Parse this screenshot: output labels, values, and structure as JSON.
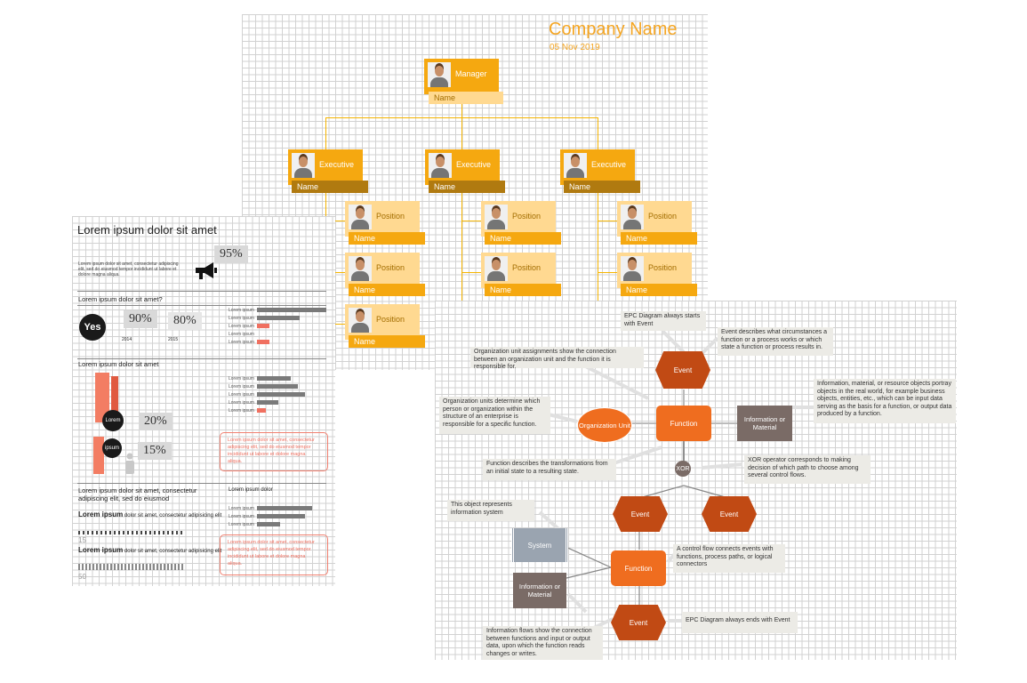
{
  "org": {
    "company": "Company Name",
    "date": "05 Nov 2019",
    "manager": {
      "title": "Manager",
      "name": "Name"
    },
    "executive": {
      "title": "Executive",
      "name": "Name"
    },
    "position": {
      "title": "Position",
      "name": "Name"
    }
  },
  "info": {
    "title": "Lorem ipsum dolor sit amet",
    "intro": "Lorem ipsum dolor sit amet, consectetur adipiscing elit, sed do eiusmod tempor incididunt ut labore et dolore magna aliqua.",
    "pct_95": "95%",
    "q1": "Lorem ipsum dolor sit amet?",
    "yes": "Yes",
    "pct_90": "90%",
    "pct_80": "80%",
    "year_2014": "2014",
    "year_2015": "2015",
    "bar_label": "Lorem ipsum",
    "q2": "Lorem ipsum dolor sit amet",
    "lorem": "Lorem",
    "ipsum": "ipsum",
    "pct_20": "20%",
    "pct_15": "15%",
    "red_text": "Lorem ipsum dolor sit amet, consectetur adipiscing elit, sed do eiusmod tempor incididunt ut labore et dolore magna aliqua.",
    "q3": "Lorem ipsum dolor sit amet, consectetur adipiscing elit, sed do eiusmod",
    "q3_right": "Lorem ipsum dolor",
    "big_lorem": "Lorem ipsum",
    "big_rest": " dolor sit amet, consectetur adipisicing elit",
    "num_15": "15",
    "num_50": "50"
  },
  "epc": {
    "note_start": "EPC Diagram always starts with Event",
    "note_event": "Event describes what circumstances a function or a process works or which state a function or process results in.",
    "note_orgassign": "Organization unit assignments show the connection between an organization unit and the function it is responsible for.",
    "note_info": "Information, material, or resource objects portray objects in the real world, for example business objects, entities, etc., which can be input data serving as the basis for a function, or output data produced by a function.",
    "note_orgunits": "Organization units determine which person or organization within the structure of an enterprise is responsible for a specific function.",
    "note_function": "Function describes the transformations from an initial state to a resulting state.",
    "note_xor": "XOR operator corresponds to making decision of which path to choose among several control flows.",
    "note_system": "This object represents information system",
    "note_control": "A control flow connects events with functions, process paths, or logical connectors",
    "note_end": "EPC Diagram always ends with Event",
    "note_infoflow": "Information flows show the connection between functions and input or output data, upon which the function reads changes or writes.",
    "event": "Event",
    "function": "Function",
    "org_unit": "Organization Unit",
    "info_material": "Information or Material",
    "xor": "XOR",
    "system": "System"
  }
}
